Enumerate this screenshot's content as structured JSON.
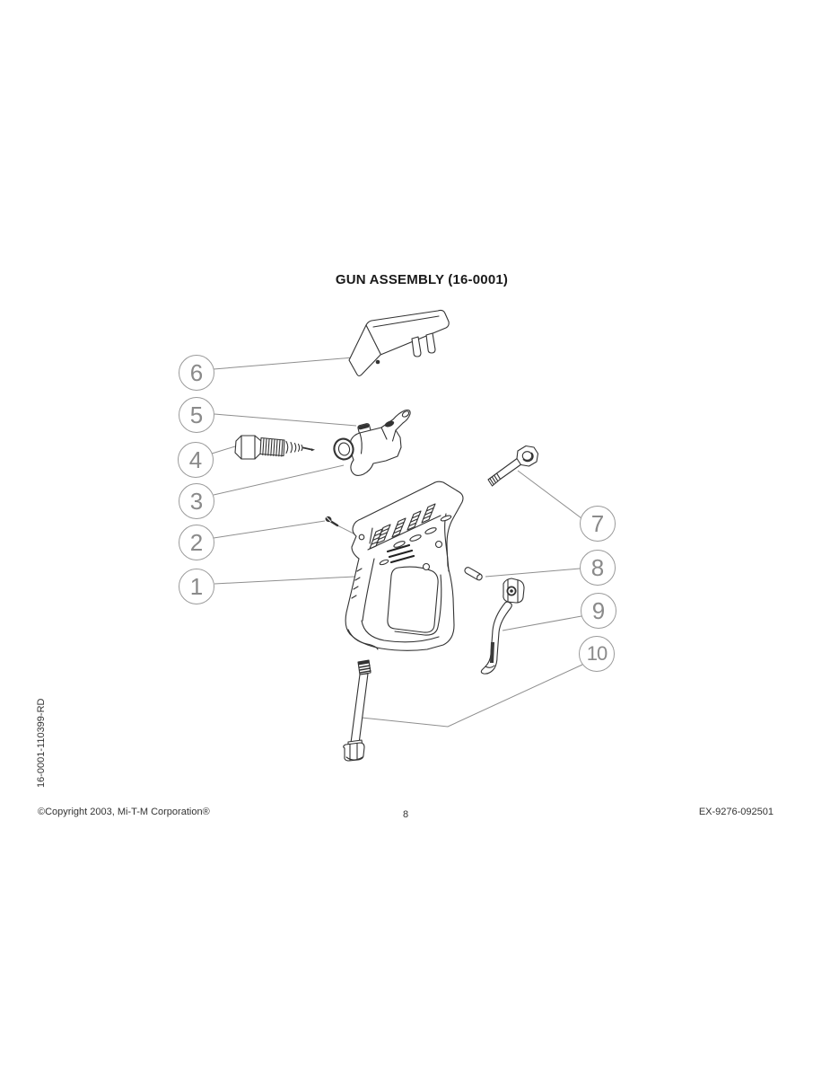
{
  "page": {
    "title": "GUN ASSEMBLY (16-0001)",
    "side_code": "16-0001-110399-RD",
    "footer": {
      "copyright": "©Copyright 2003, Mi-T-M Corporation®",
      "page_number": "8",
      "doc_code": "EX-9276-092501"
    }
  },
  "diagram": {
    "callouts": [
      {
        "number": "1"
      },
      {
        "number": "2"
      },
      {
        "number": "3"
      },
      {
        "number": "4"
      },
      {
        "number": "5"
      },
      {
        "number": "6"
      },
      {
        "number": "7"
      },
      {
        "number": "8"
      },
      {
        "number": "9"
      },
      {
        "number": "10"
      }
    ],
    "colors": {
      "background": "#ffffff",
      "drawing_line": "#333333",
      "callout_line": "#9a9a9a",
      "callout_text": "#8a8a8a",
      "footer_text": "#333333"
    }
  }
}
